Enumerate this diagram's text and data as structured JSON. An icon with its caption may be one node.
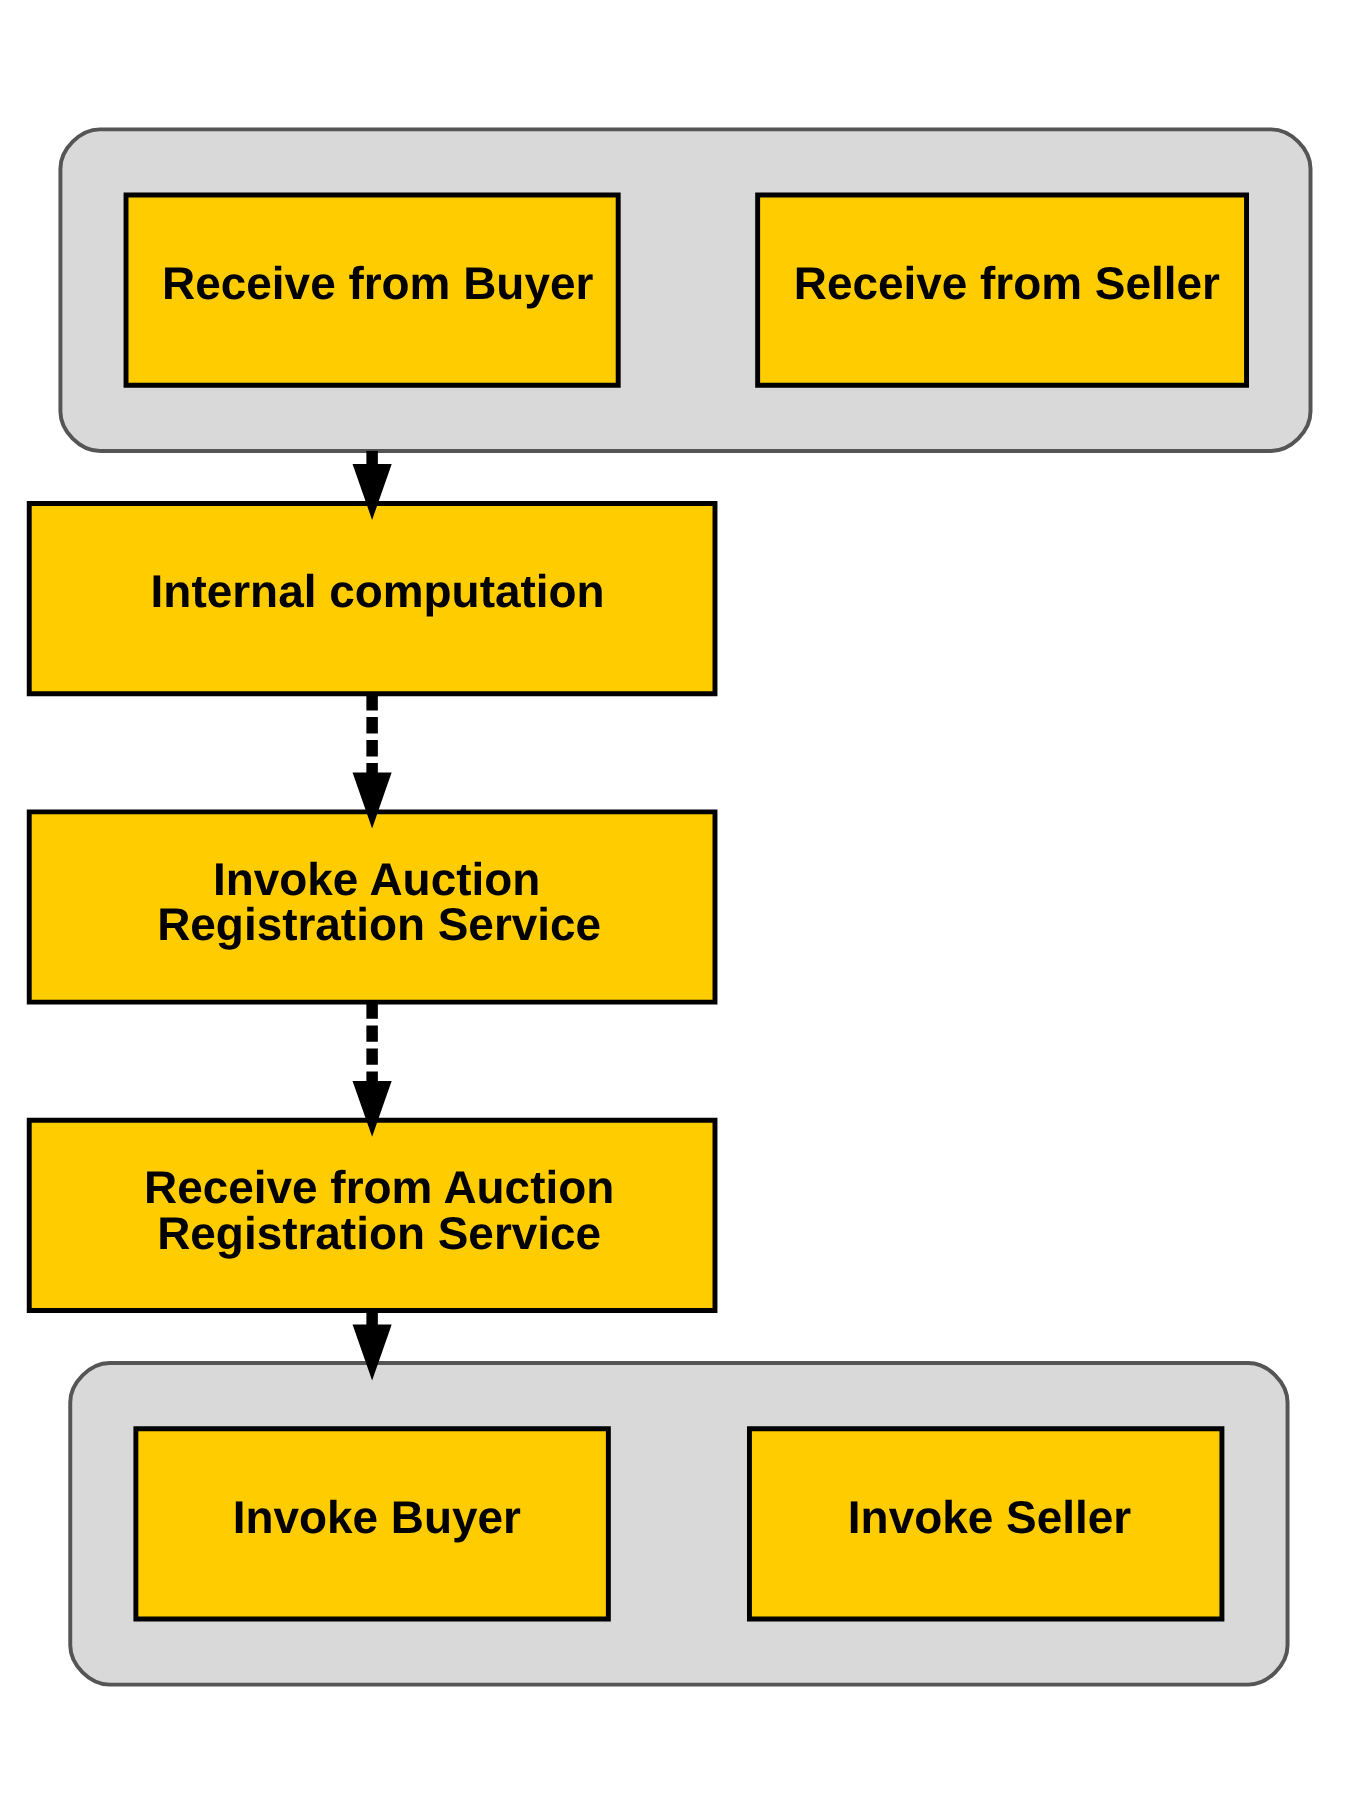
{
  "diagram": {
    "nodes": [
      {
        "text": [],
        "shape": "box"
      },
      {
        "text": [
          "Receive from Buyer"
        ],
        "in": 0
      },
      {
        "text": [
          "Receive from Seller"
        ],
        "in": 0
      },
      {
        "text": [
          "Internal computation"
        ]
      },
      {
        "text": [
          "Invoke Auction Registration Service"
        ]
      },
      {
        "text": [
          "Receive from Auction Registration Service"
        ]
      },
      {
        "text": [],
        "shape": "box"
      },
      {
        "text": [
          "Invoke Buyer"
        ],
        "in": 6
      },
      {
        "text": [
          "Invoke Seller"
        ],
        "in": 6
      }
    ],
    "edges": [
      {
        "from": 0,
        "to": 3,
        "arrow": "to",
        "style": "dashed"
      },
      {
        "from": 3,
        "to": 4,
        "arrow": "to",
        "style": "dashed"
      },
      {
        "from": 4,
        "to": 5,
        "arrow": "to",
        "style": "dashed"
      },
      {
        "from": 5,
        "to": 6,
        "arrow": "to",
        "style": "dashed"
      }
    ]
  }
}
